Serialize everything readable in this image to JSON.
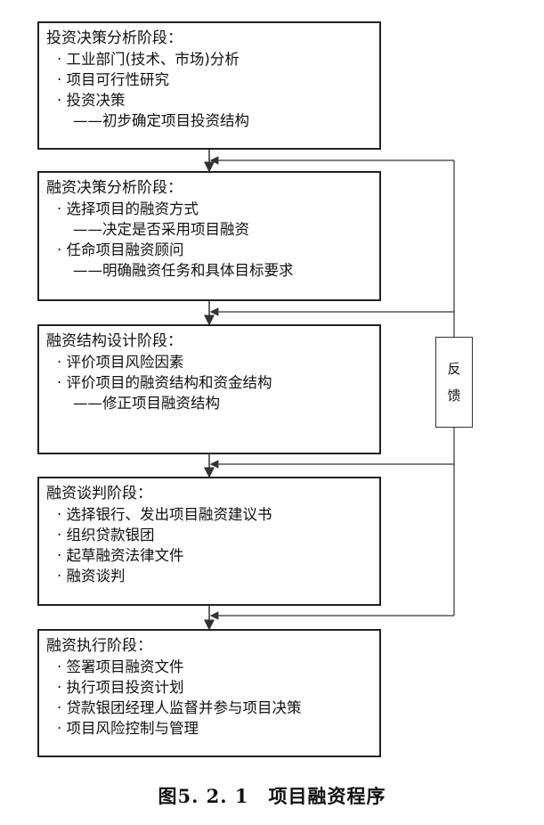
{
  "stages": [
    {
      "title": "投资决策分析阶段：",
      "items": [
        {
          "text": "· 工业部门(技术、市场)分析",
          "sub": false
        },
        {
          "text": "· 项目可行性研究",
          "sub": false
        },
        {
          "text": "· 投资决策",
          "sub": false
        },
        {
          "text": "——初步确定项目投资结构",
          "sub": true
        }
      ]
    },
    {
      "title": "融资决策分析阶段：",
      "items": [
        {
          "text": "· 选择项目的融资方式",
          "sub": false
        },
        {
          "text": "——决定是否采用项目融资",
          "sub": true
        },
        {
          "text": "· 任命项目融资顾问",
          "sub": false
        },
        {
          "text": "——明确融资任务和具体目标要求",
          "sub": true
        }
      ]
    },
    {
      "title": "融资结构设计阶段：",
      "items": [
        {
          "text": "· 评价项目风险因素",
          "sub": false
        },
        {
          "text": "· 评价项目的融资结构和资金结构",
          "sub": false
        },
        {
          "text": "——修正项目融资结构",
          "sub": true
        }
      ]
    },
    {
      "title": "融资谈判阶段：",
      "items": [
        {
          "text": "· 选择银行、发出项目融资建议书",
          "sub": false
        },
        {
          "text": "· 组织贷款银团",
          "sub": false
        },
        {
          "text": "· 起草融资法律文件",
          "sub": false
        },
        {
          "text": "· 融资谈判",
          "sub": false
        }
      ]
    },
    {
      "title": "融资执行阶段：",
      "items": [
        {
          "text": "· 签署项目融资文件",
          "sub": false
        },
        {
          "text": "· 执行项目投资计划",
          "sub": false
        },
        {
          "text": "· 贷款银团经理人监督并参与项目决策",
          "sub": false
        },
        {
          "text": "· 项目风险控制与管理",
          "sub": false
        }
      ]
    }
  ],
  "feedback": {
    "char1": "反",
    "char2": "馈"
  },
  "caption": "图5. 2. 1　项目融资程序",
  "colors": {
    "line": "#333333",
    "box_border": "#222222"
  }
}
